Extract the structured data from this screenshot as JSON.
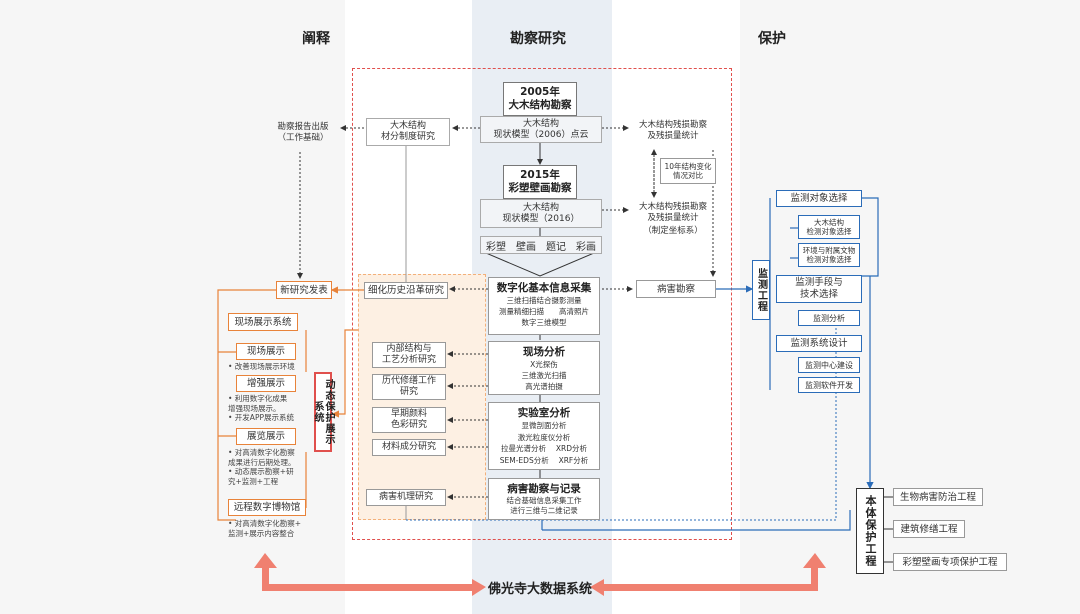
{
  "headers": {
    "left": "阐释",
    "middle": "勘察研究",
    "right": "保护"
  },
  "survey": {
    "y2005": "2005年\n大木结构勘察",
    "model2006": "大木结构\n现状模型（2006）点云",
    "y2015": "2015年\n彩塑壁画勘察",
    "model2016": "大木结构\n现状模型（2016）",
    "categories": [
      "彩塑",
      "壁画",
      "题记",
      "彩画"
    ],
    "right1": "大木结构残损勘察\n及残损量统计",
    "right2": "大木结构残损勘察\n及残损量统计",
    "right2_note": "（制定坐标系）",
    "change": "10年结构变化\n情况对比",
    "material_study": "大木结构\n材分制度研究",
    "report": "勘察报告出版\n（工作基础）"
  },
  "digital": {
    "title": "数字化基本信息采集",
    "body": "三维扫描结合摄影测量\n测量精细扫描　　高清照片\n数字三维模型"
  },
  "field": {
    "title": "现场分析",
    "body": "X光探伤\n三维激光扫描\n高光谱拍摄"
  },
  "lab": {
    "title": "实验室分析",
    "body": "显微剖面分析\n激光粒度仪分析\n拉曼光谱分析　 XRD分析\nSEM-EDS分析　 XRF分析"
  },
  "disease": {
    "title": "病害勘察与记录",
    "body": "结合基础信息采集工作\n进行三维与二维记录"
  },
  "disease_survey": "病害勘察",
  "history": {
    "evolution": "细化历史沿革研究",
    "craft": "内部结构与\n工艺分析研究",
    "repair": "历代修缮工作\n研究",
    "pigment": "早期颜料\n色彩研究",
    "material": "材料成分研究",
    "mechanism": "病害机理研究"
  },
  "interpret": {
    "new_research": "新研究发表",
    "site_system": "现场展示系统",
    "site_show": "现场展示",
    "site_note": "• 改善现场展示环境",
    "aug_show": "增强展示",
    "aug_note": "• 利用数字化成果\n   增强现场展示。\n• 开发APP展示系统",
    "exhibit": "展览展示",
    "exhibit_note": "• 对高清数字化勘察\n   成果进行后期处理。\n• 动态展示勘察+研\n   究+监测+工程",
    "museum": "远程数字博物馆",
    "museum_note": "• 对高清数字化勘察+\n   监测+展示内容整合",
    "dynamic": "动态保护展示系统"
  },
  "monitor": {
    "engineering": "监测工程",
    "object_select": "监测对象选择",
    "obj1": "大木结构\n检测对象选择",
    "obj2": "环境与附属文物\n检测对象选择",
    "method": "监测手段与\n技术选择",
    "analysis": "监测分析",
    "design": "监测系统设计",
    "center": "监测中心建设",
    "software": "监测软件开发"
  },
  "protect": {
    "body": "本体保护工程",
    "bio": "生物病害防治工程",
    "building": "建筑修缮工程",
    "mural": "彩塑壁画专项保护工程"
  },
  "bigdata": "佛光寺大数据系统",
  "colors": {
    "orange": "#e8833a",
    "blue": "#2b6cb8",
    "red": "#e0504d",
    "arrow": "#f08070",
    "dark": "#333333",
    "mid_bg": "#e9eef4",
    "left_bg": "#f6f6f6"
  }
}
